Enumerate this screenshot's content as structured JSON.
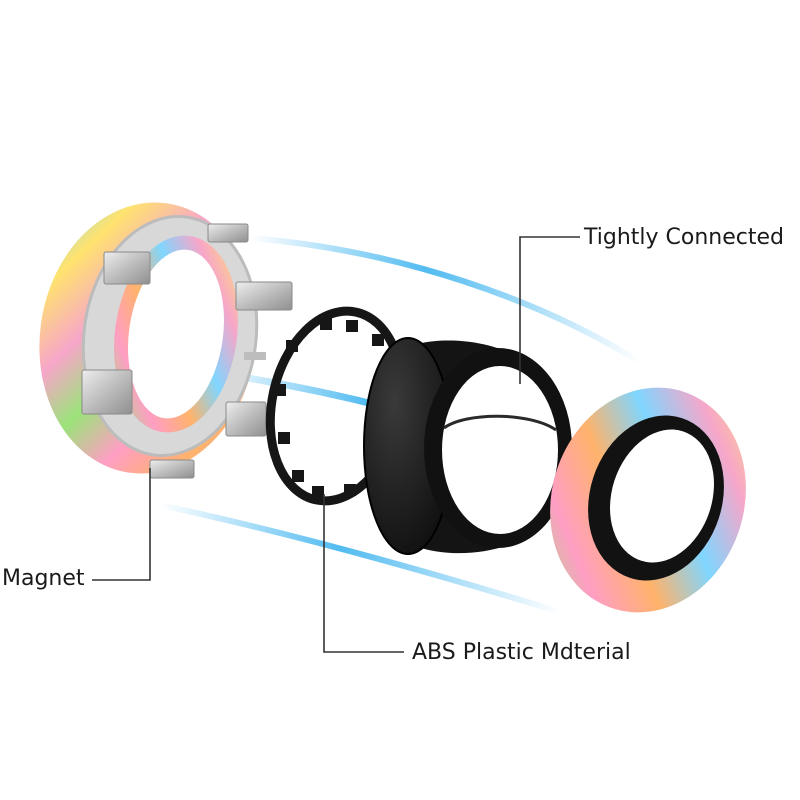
{
  "labels": {
    "tightly_connected": "Tightly Connected",
    "magnet": "Magnet",
    "abs_material": "ABS Plastic Mdterial"
  },
  "colors": {
    "rainbow": [
      "#f7a6c9",
      "#ffe36e",
      "#7fd6ff",
      "#9be37a",
      "#ff9ec4",
      "#c9a6ff",
      "#ffb36b"
    ],
    "black_ring": "#161616",
    "magnet_metal": "#c9c9c9",
    "motion_blue": "#3fb4ef",
    "leader_line": "#333333"
  }
}
